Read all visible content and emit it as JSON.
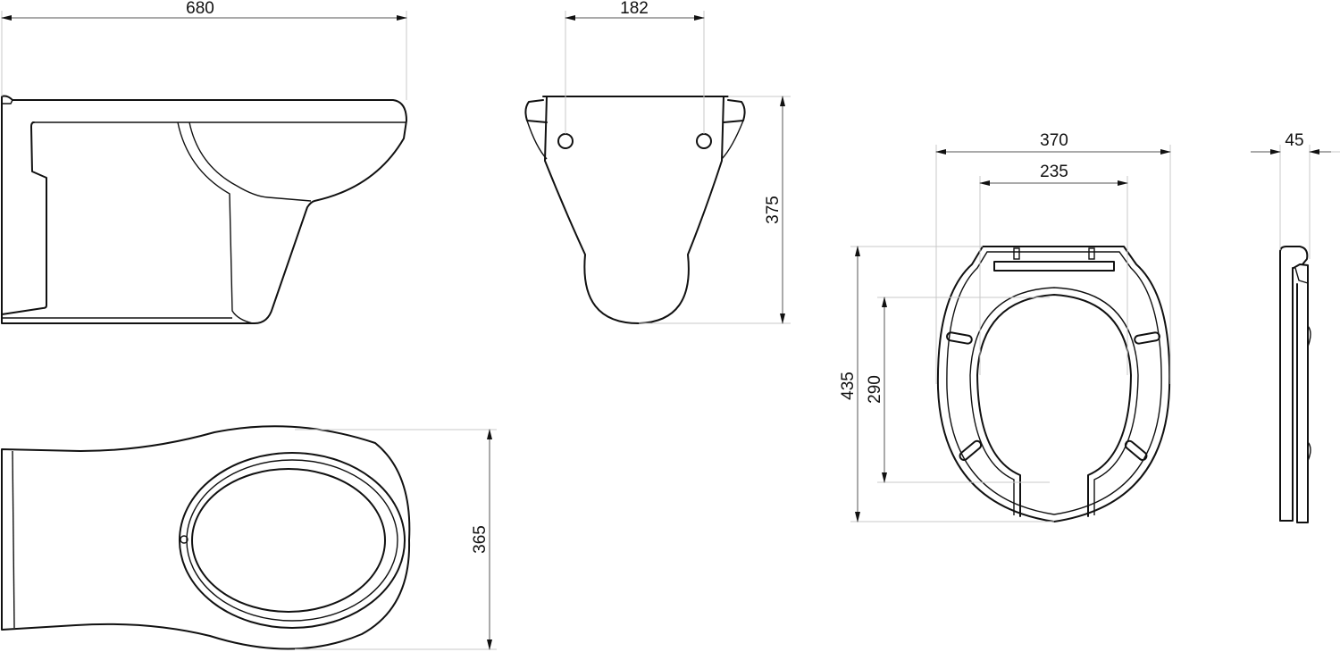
{
  "dimensions": {
    "bowl_length": "680",
    "fixing_distance": "182",
    "bowl_height": "375",
    "bowl_width": "365",
    "seat_width": "370",
    "seat_opening_width": "235",
    "seat_length": "435",
    "seat_opening_length": "290",
    "seat_thickness": "45"
  },
  "colors": {
    "line": "#111111",
    "extension": "#c8c8c8"
  }
}
